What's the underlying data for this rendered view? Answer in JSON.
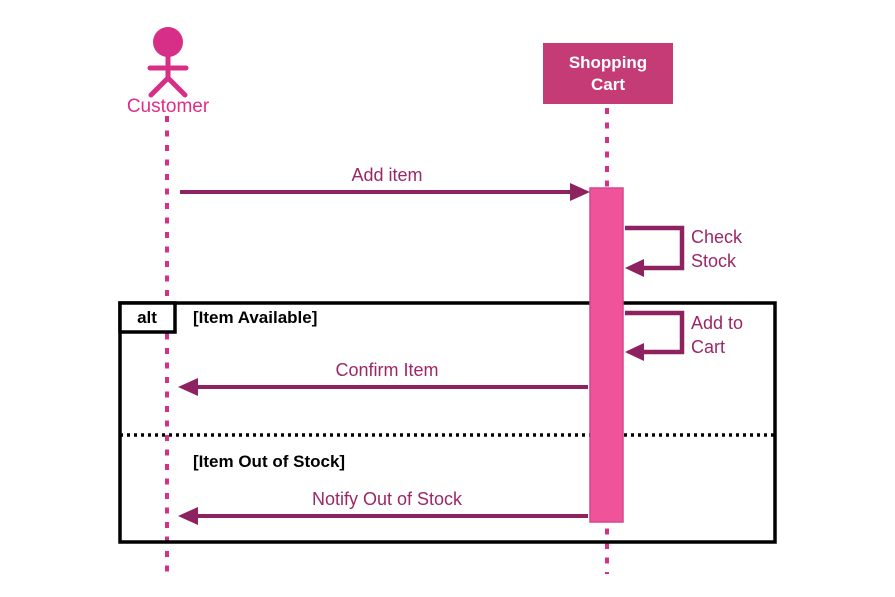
{
  "diagram_type": "uml-sequence-diagram",
  "colors": {
    "actor_pink": "#d72e87",
    "actor_label_pink": "#de2e88",
    "object_box_fill": "#c53b76",
    "object_box_text": "#ffffff",
    "activation_bar_fill": "#ef549a",
    "message_line": "#8e2160",
    "message_text": "#9c2767",
    "frame_border": "#000000"
  },
  "participants": {
    "customer": {
      "label": "Customer",
      "kind": "actor"
    },
    "shopping_cart": {
      "label": "Shopping Cart",
      "kind": "object"
    }
  },
  "messages": {
    "add_item": {
      "label": "Add item",
      "from": "customer",
      "to": "shopping_cart",
      "direction": "right"
    },
    "check_stock": {
      "label": "Check Stock",
      "from": "shopping_cart",
      "to": "shopping_cart",
      "direction": "self"
    },
    "add_to_cart": {
      "label": "Add to Cart",
      "from": "shopping_cart",
      "to": "shopping_cart",
      "direction": "self"
    },
    "confirm_item": {
      "label": "Confirm Item",
      "from": "shopping_cart",
      "to": "customer",
      "direction": "left"
    },
    "notify_out_of_stock": {
      "label": "Notify Out of Stock",
      "from": "shopping_cart",
      "to": "customer",
      "direction": "left"
    }
  },
  "alt_frame": {
    "operator_label": "alt",
    "condition_available": "[Item Available]",
    "condition_out_of_stock": "[Item Out of Stock]"
  }
}
